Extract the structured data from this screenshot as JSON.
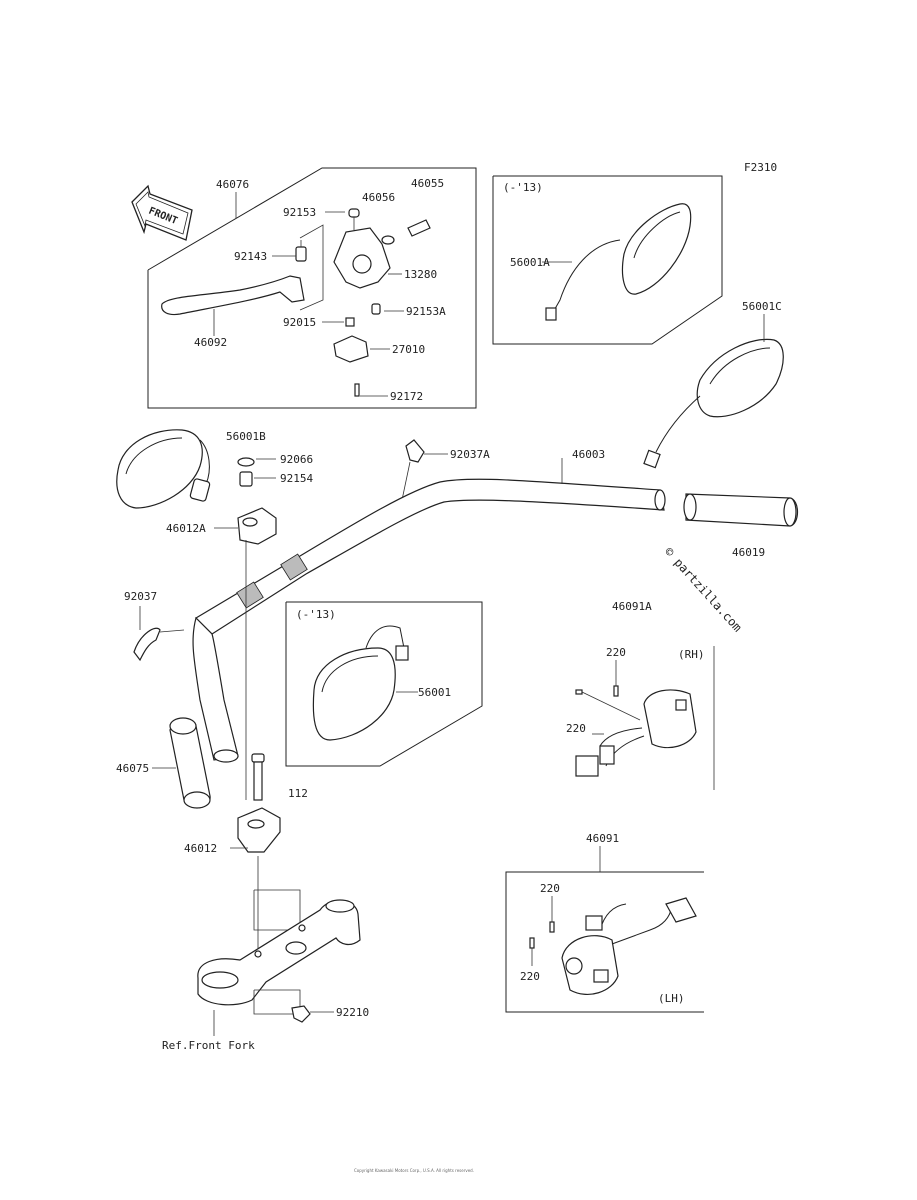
{
  "figure_code": "F2310",
  "front_badge": "FRONT",
  "watermark": "© partzilla.com",
  "footer_text": "Copyright Kawasaki Motors Corp., U.S.A. All rights reserved.",
  "labels": {
    "p46076": "46076",
    "p46055": "46055",
    "p46056": "46056",
    "p92153": "92153",
    "p92143": "92143",
    "p13280": "13280",
    "p92153A": "92153A",
    "p92015": "92015",
    "p46092": "46092",
    "p27010": "27010",
    "p92172": "92172",
    "p56001A": "56001A",
    "p56001C": "56001C",
    "p56001B": "56001B",
    "p92066": "92066",
    "p92154": "92154",
    "p92037A": "92037A",
    "p46003": "46003",
    "p46012A": "46012A",
    "p46019": "46019",
    "p92037": "92037",
    "p56001": "56001",
    "p46091A": "46091A",
    "p220a": "220",
    "p220b": "220",
    "p46075": "46075",
    "p112": "112",
    "p46012": "46012",
    "p46091": "46091",
    "p220c": "220",
    "p220d": "220",
    "p92210": "92210",
    "ref_front_fork": "Ref.Front Fork",
    "note_13_top": "(-'13)",
    "note_13_mid": "(-'13)",
    "rh": "(RH)",
    "lh": "(LH)"
  }
}
